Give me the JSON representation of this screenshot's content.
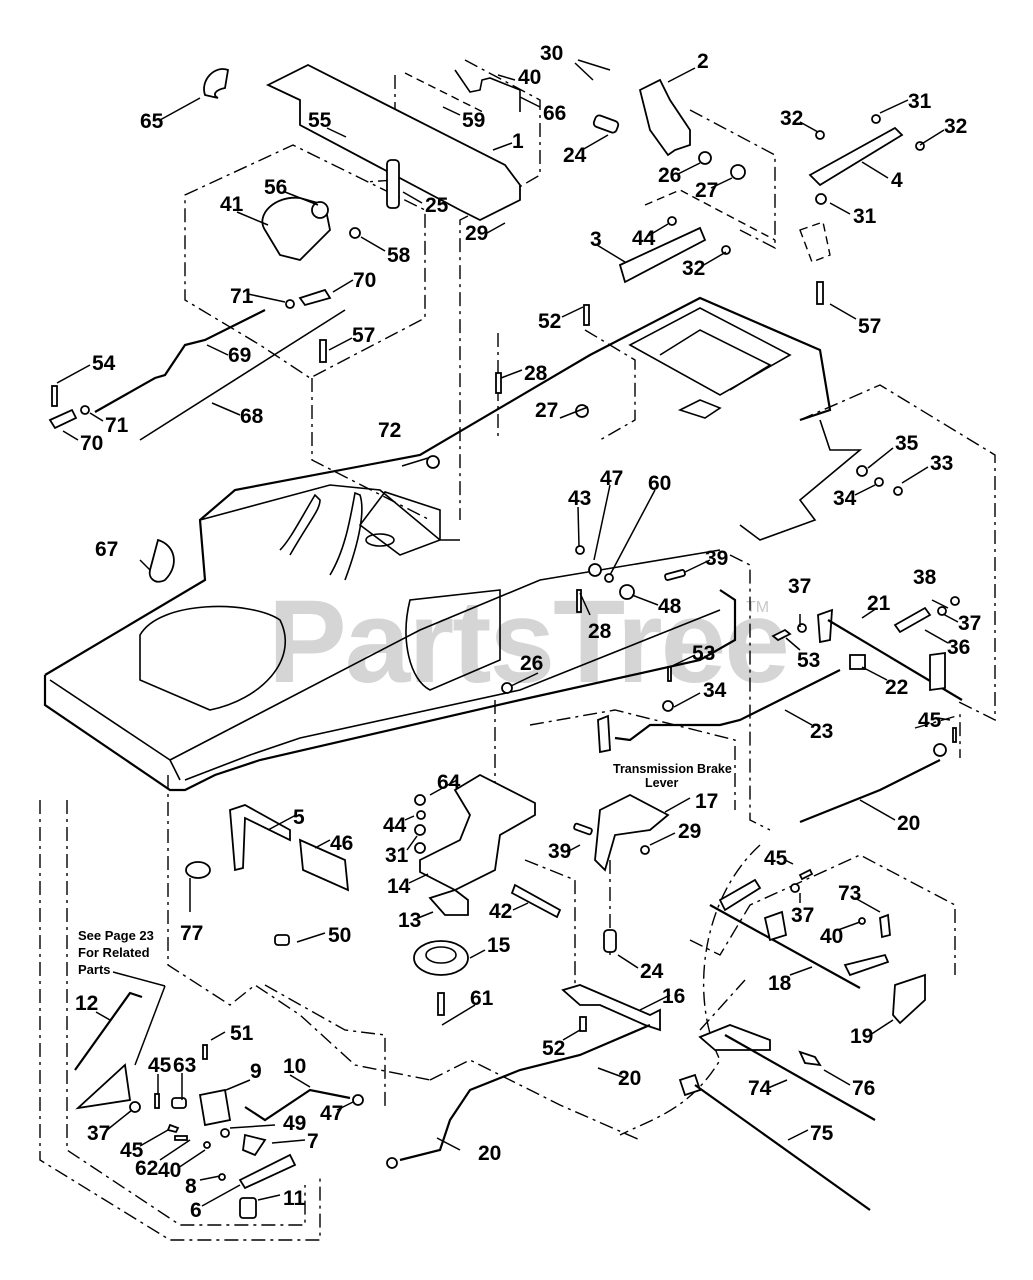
{
  "diagram": {
    "type": "exploded-parts-diagram",
    "watermark": "PartsTree",
    "watermark_tm": "TM",
    "notes": {
      "transmission_brake_lever_line1": "Transmission Brake",
      "transmission_brake_lever_line2": "Lever",
      "see_page_line1": "See Page 23",
      "see_page_line2": "For Related",
      "see_page_line3": "Parts"
    },
    "callouts": [
      {
        "id": "c65",
        "label": "65"
      },
      {
        "id": "c55",
        "label": "55"
      },
      {
        "id": "c59",
        "label": "59"
      },
      {
        "id": "c40a",
        "label": "40"
      },
      {
        "id": "c66",
        "label": "66"
      },
      {
        "id": "c30",
        "label": "30"
      },
      {
        "id": "c2",
        "label": "2"
      },
      {
        "id": "c1",
        "label": "1"
      },
      {
        "id": "c25",
        "label": "25"
      },
      {
        "id": "c29a",
        "label": "29"
      },
      {
        "id": "c24a",
        "label": "24"
      },
      {
        "id": "c26a",
        "label": "26"
      },
      {
        "id": "c27a",
        "label": "27"
      },
      {
        "id": "c31a",
        "label": "31"
      },
      {
        "id": "c32a",
        "label": "32"
      },
      {
        "id": "c32b",
        "label": "32"
      },
      {
        "id": "c4",
        "label": "4"
      },
      {
        "id": "c31b",
        "label": "31"
      },
      {
        "id": "c57a",
        "label": "57"
      },
      {
        "id": "c44a",
        "label": "44"
      },
      {
        "id": "c3",
        "label": "3"
      },
      {
        "id": "c32c",
        "label": "32"
      },
      {
        "id": "c56",
        "label": "56"
      },
      {
        "id": "c41",
        "label": "41"
      },
      {
        "id": "c58",
        "label": "58"
      },
      {
        "id": "c70a",
        "label": "70"
      },
      {
        "id": "c71a",
        "label": "71"
      },
      {
        "id": "c57b",
        "label": "57"
      },
      {
        "id": "c69",
        "label": "69"
      },
      {
        "id": "c54",
        "label": "54"
      },
      {
        "id": "c71b",
        "label": "71"
      },
      {
        "id": "c70b",
        "label": "70"
      },
      {
        "id": "c68",
        "label": "68"
      },
      {
        "id": "c52a",
        "label": "52"
      },
      {
        "id": "c28a",
        "label": "28"
      },
      {
        "id": "c27b",
        "label": "27"
      },
      {
        "id": "c72",
        "label": "72"
      },
      {
        "id": "c35",
        "label": "35"
      },
      {
        "id": "c33",
        "label": "33"
      },
      {
        "id": "c34a",
        "label": "34"
      },
      {
        "id": "c43",
        "label": "43"
      },
      {
        "id": "c47a",
        "label": "47"
      },
      {
        "id": "c60",
        "label": "60"
      },
      {
        "id": "c39a",
        "label": "39"
      },
      {
        "id": "c48",
        "label": "48"
      },
      {
        "id": "c28b",
        "label": "28"
      },
      {
        "id": "c67",
        "label": "67"
      },
      {
        "id": "c26b",
        "label": "26"
      },
      {
        "id": "c53a",
        "label": "53"
      },
      {
        "id": "c34b",
        "label": "34"
      },
      {
        "id": "c37a",
        "label": "37"
      },
      {
        "id": "c21",
        "label": "21"
      },
      {
        "id": "c38",
        "label": "38"
      },
      {
        "id": "c37b",
        "label": "37"
      },
      {
        "id": "c36",
        "label": "36"
      },
      {
        "id": "c53b",
        "label": "53"
      },
      {
        "id": "c22",
        "label": "22"
      },
      {
        "id": "c23",
        "label": "23"
      },
      {
        "id": "c45a",
        "label": "45"
      },
      {
        "id": "c20a",
        "label": "20"
      },
      {
        "id": "c64",
        "label": "64"
      },
      {
        "id": "c17",
        "label": "17"
      },
      {
        "id": "c5",
        "label": "5"
      },
      {
        "id": "c46",
        "label": "46"
      },
      {
        "id": "c44b",
        "label": "44"
      },
      {
        "id": "c39b",
        "label": "39"
      },
      {
        "id": "c29b",
        "label": "29"
      },
      {
        "id": "c31c",
        "label": "31"
      },
      {
        "id": "c14",
        "label": "14"
      },
      {
        "id": "c13",
        "label": "13"
      },
      {
        "id": "c42",
        "label": "42"
      },
      {
        "id": "c77",
        "label": "77"
      },
      {
        "id": "c50",
        "label": "50"
      },
      {
        "id": "c15",
        "label": "15"
      },
      {
        "id": "c24b",
        "label": "24"
      },
      {
        "id": "c45b",
        "label": "45"
      },
      {
        "id": "c37c",
        "label": "37"
      },
      {
        "id": "c73",
        "label": "73"
      },
      {
        "id": "c40b",
        "label": "40"
      },
      {
        "id": "c18",
        "label": "18"
      },
      {
        "id": "c19",
        "label": "19"
      },
      {
        "id": "c61",
        "label": "61"
      },
      {
        "id": "c16",
        "label": "16"
      },
      {
        "id": "c52b",
        "label": "52"
      },
      {
        "id": "c20b",
        "label": "20"
      },
      {
        "id": "c12",
        "label": "12"
      },
      {
        "id": "c51",
        "label": "51"
      },
      {
        "id": "c45c",
        "label": "45"
      },
      {
        "id": "c63",
        "label": "63"
      },
      {
        "id": "c9",
        "label": "9"
      },
      {
        "id": "c10",
        "label": "10"
      },
      {
        "id": "c47b",
        "label": "47"
      },
      {
        "id": "c49",
        "label": "49"
      },
      {
        "id": "c37d",
        "label": "37"
      },
      {
        "id": "c45d",
        "label": "45"
      },
      {
        "id": "c62",
        "label": "62"
      },
      {
        "id": "c40c",
        "label": "40"
      },
      {
        "id": "c7",
        "label": "7"
      },
      {
        "id": "c20c",
        "label": "20"
      },
      {
        "id": "c8",
        "label": "8"
      },
      {
        "id": "c6",
        "label": "6"
      },
      {
        "id": "c11",
        "label": "11"
      },
      {
        "id": "c74",
        "label": "74"
      },
      {
        "id": "c76",
        "label": "76"
      },
      {
        "id": "c75",
        "label": "75"
      }
    ]
  }
}
